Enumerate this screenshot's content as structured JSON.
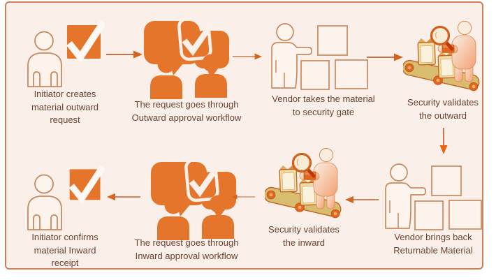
{
  "colors": {
    "accent_orange": "#e5752b",
    "panel_background": "#fbf0e9",
    "panel_border": "#c9825a",
    "label_text": "#6b4233",
    "arrow_line": "#c2602f",
    "arrow_head": "#d2661f",
    "down_arrow_head": "#e8640f",
    "icon_outline": "#c68a60",
    "belt_tan": "#d8bc6f"
  },
  "diagram": {
    "steps": [
      {
        "label": "Initiator creates\nmaterial outward\nrequest",
        "icon": "person-check-icon"
      },
      {
        "label": "The request goes through\nOutward approval workflow",
        "icon": "approval-discussion-icon"
      },
      {
        "label": "Vendor takes the material\nto security gate",
        "icon": "vendor-with-boxes-icon"
      },
      {
        "label": "Security validates\nthe outward",
        "icon": "security-conveyor-icon"
      },
      {
        "label": "Vendor brings back\nReturnable Material",
        "icon": "vendor-with-boxes-icon"
      },
      {
        "label": "Security validates\nthe inward",
        "icon": "security-conveyor-icon"
      },
      {
        "label": "The request goes through\nInward approval workflow",
        "icon": "approval-discussion-icon"
      },
      {
        "label": "Initiator confirms\nmaterial Inward\nreceipt",
        "icon": "person-check-icon"
      }
    ],
    "arrows": [
      {
        "from": 1,
        "to": 2,
        "direction": "right"
      },
      {
        "from": 2,
        "to": 3,
        "direction": "right"
      },
      {
        "from": 3,
        "to": 4,
        "direction": "right"
      },
      {
        "from": 4,
        "to": 5,
        "direction": "down"
      },
      {
        "from": 5,
        "to": 6,
        "direction": "left"
      },
      {
        "from": 6,
        "to": 7,
        "direction": "left"
      },
      {
        "from": 7,
        "to": 8,
        "direction": "left"
      }
    ]
  }
}
